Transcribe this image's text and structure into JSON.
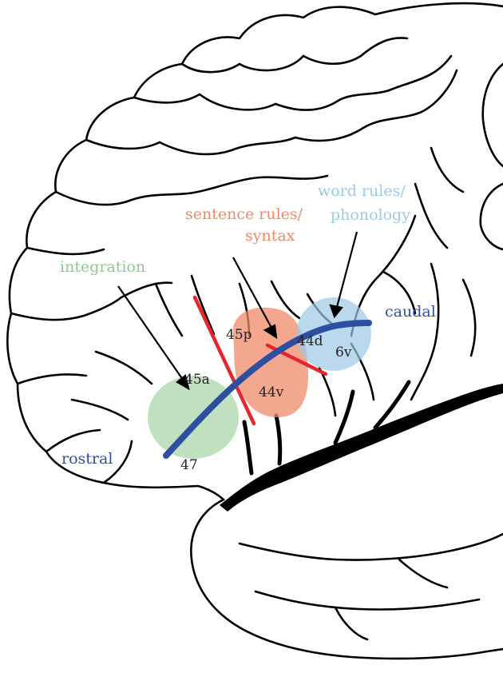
{
  "labels": {
    "integration": "integration",
    "sentence_line1": "sentence rules/",
    "sentence_line2": "syntax",
    "word_line1": "word rules/",
    "word_line2": "phonology",
    "caudal": "caudal",
    "rostral": "rostral"
  },
  "areas": {
    "a45p": "45p",
    "a44d": "44d",
    "a44v": "44v",
    "a6v": "6v",
    "a45a": "45a",
    "a47": "47"
  },
  "colors": {
    "integration": "#8dc98d",
    "syntax": "#ee8a68",
    "phonology": "#9cc9e6",
    "axis": "#2e4fa0",
    "boundary": "#e8252b",
    "outline": "#000000"
  }
}
